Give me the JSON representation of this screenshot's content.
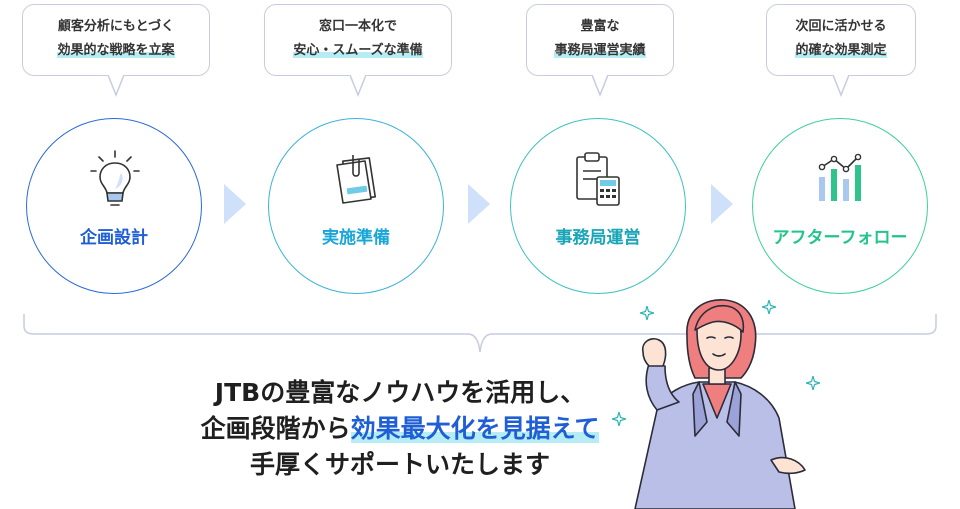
{
  "steps": [
    {
      "bubble_line1": "顧客分析にもとづく",
      "bubble_line2": "効果的な戦略を立案",
      "label": "企画設計",
      "icon": "lightbulb-icon",
      "color": "#1f5fd6",
      "border": "#2a6bd8"
    },
    {
      "bubble_line1": "窓口一本化で",
      "bubble_line2": "安心・スムーズな準備",
      "label": "実施準備",
      "icon": "documents-clip-icon",
      "color": "#1aa6d8",
      "border": "#3cb2d9"
    },
    {
      "bubble_line1": "豊富な",
      "bubble_line2": "事務局運営実績",
      "label": "事務局運営",
      "icon": "clipboard-calculator-icon",
      "color": "#1aa6b8",
      "border": "#3ec1bf"
    },
    {
      "bubble_line1": "次回に活かせる",
      "bubble_line2": "的確な効果測定",
      "label": "アフターフォロー",
      "icon": "chart-graph-icon",
      "color": "#22c48c",
      "border": "#3ed09a"
    }
  ],
  "message": {
    "line1": "JTBの豊富なノウハウを活用し、",
    "line2_pre": "企画段階から",
    "line2_emph": "効果最大化を見据えて",
    "line3": "手厚くサポートいたします"
  },
  "colors": {
    "arrow": "#cfe0fb",
    "brace": "#c7cce0",
    "highlight": "#b6ecf3",
    "accent_blue": "#1f5fd6"
  }
}
